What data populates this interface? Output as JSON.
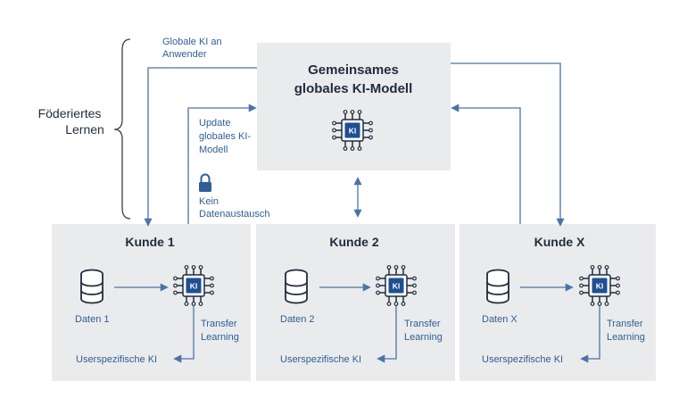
{
  "colors": {
    "box_fill": "#eaebec",
    "line_blue": "#4a74a8",
    "text_blue": "#2f5e96",
    "dark_text": "#1f2d3d",
    "chip_blue": "#1d4f91"
  },
  "federated": {
    "label_line1": "Föderiertes",
    "label_line2": "Lernen"
  },
  "global_model": {
    "title_line1": "Gemeinsames",
    "title_line2": "globales KI-Modell",
    "chip_label": "KI"
  },
  "annotations": {
    "to_users_line1": "Globale KI an",
    "to_users_line2": "Anwender",
    "update_line1": "Update",
    "update_line2": "globales KI-",
    "update_line3": "Modell",
    "no_exchange_line1": "Kein",
    "no_exchange_line2": "Datenaustausch"
  },
  "customers": [
    {
      "title": "Kunde 1",
      "data_label": "Daten 1",
      "transfer_line1": "Transfer",
      "transfer_line2": "Learning",
      "result_label": "Userspezifische KI",
      "chip_label": "KI"
    },
    {
      "title": "Kunde 2",
      "data_label": "Daten 2",
      "transfer_line1": "Transfer",
      "transfer_line2": "Learning",
      "result_label": "Userspezifische KI",
      "chip_label": "KI"
    },
    {
      "title": "Kunde X",
      "data_label": "Daten X",
      "transfer_line1": "Transfer",
      "transfer_line2": "Learning",
      "result_label": "Userspezifische KI",
      "chip_label": "KI"
    }
  ]
}
